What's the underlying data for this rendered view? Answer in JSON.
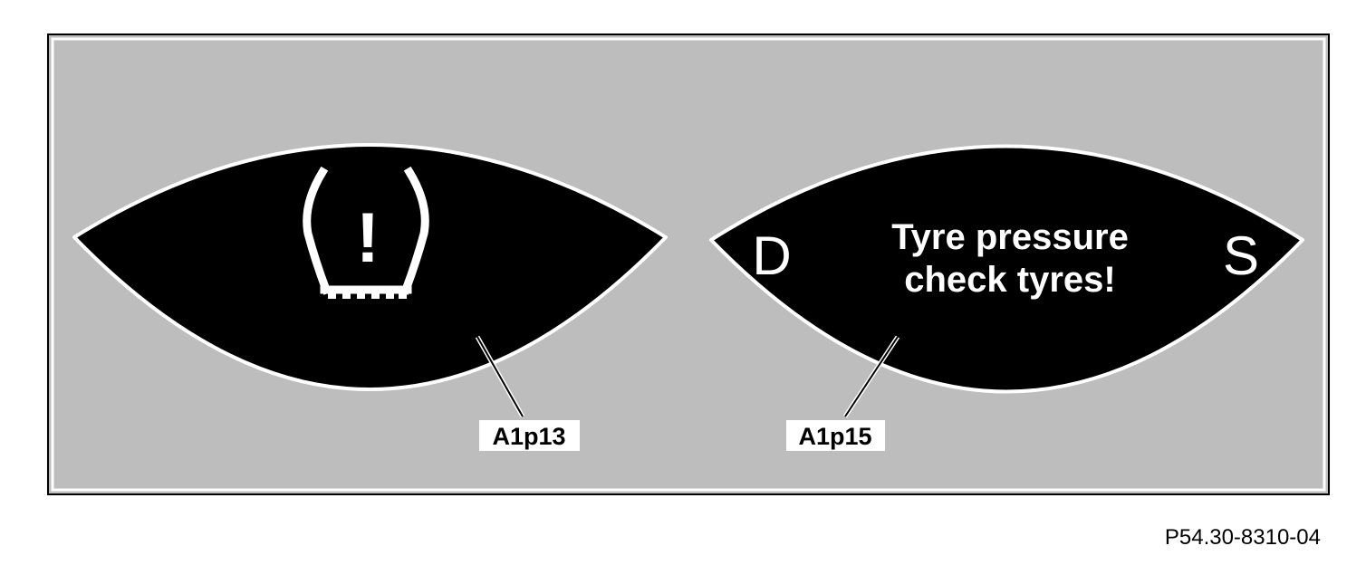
{
  "colors": {
    "panel_background": "#bdbdbd",
    "panel_border": "#000000",
    "display_fill": "#000000",
    "display_outline": "#ffffff",
    "display_text": "#ffffff",
    "page_background": "#ffffff"
  },
  "left_display": {
    "icon": "tire-pressure-warning-icon",
    "icon_glyph": "!",
    "callout_label": "A1p13"
  },
  "right_display": {
    "left_letter": "D",
    "message_line1": "Tyre pressure",
    "message_line2": "check tyres!",
    "right_letter": "S",
    "callout_label": "A1p15"
  },
  "figure_id": "P54.30-8310-04"
}
